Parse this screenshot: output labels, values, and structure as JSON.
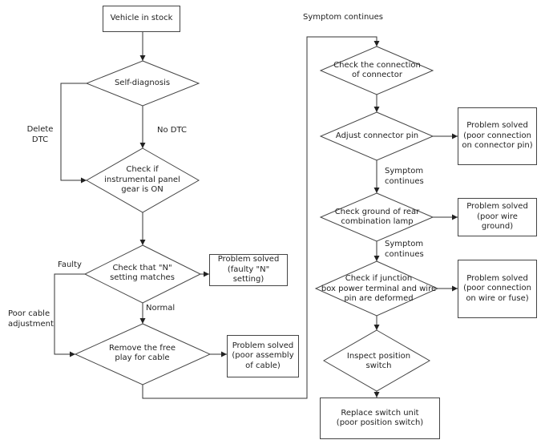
{
  "nodes": {
    "vehicle_in_stock": "Vehicle in stock",
    "self_diagnosis": "Self-diagnosis",
    "check_instrument_panel": "Check if\ninstrumental panel\ngear is ON",
    "check_n_setting": "Check that \"N\"\nsetting matches",
    "problem_faulty_n": "Problem solved\n(faulty \"N\" setting)",
    "remove_free_play": "Remove the free\nplay for cable",
    "problem_poor_assembly": "Problem solved\n(poor assembly\nof cable)",
    "check_connector": "Check the connection\nof connector",
    "adjust_connector_pin": "Adjust connector pin",
    "problem_poor_connection_pin": "Problem solved\n(poor connection\non connector pin)",
    "check_ground_lamp": "Check ground of rear\ncombination lamp",
    "problem_poor_wire_ground": "Problem solved\n(poor wire ground)",
    "check_junction_box": "Check if junction\nbox power terminal and wire\npin are deformed",
    "problem_poor_connection_wire": "Problem solved\n(poor connection\non wire or fuse)",
    "inspect_position_switch": "Inspect position\nswitch",
    "replace_switch_unit": "Replace switch unit\n(poor position switch)"
  },
  "edge_labels": {
    "delete_dtc": "Delete\nDTC",
    "no_dtc": "No DTC",
    "faulty": "Faulty",
    "normal": "Normal",
    "poor_cable_adjustment": "Poor cable\nadjustment",
    "symptom_continues_top": "Symptom continues",
    "symptom_continues_1": "Symptom\ncontinues",
    "symptom_continues_2": "Symptom\ncontinues"
  }
}
